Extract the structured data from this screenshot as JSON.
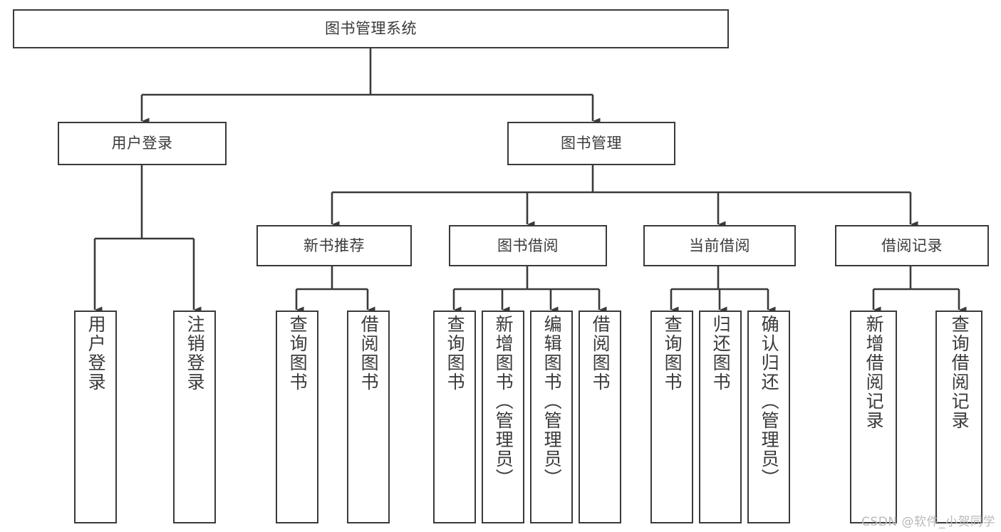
{
  "diagram": {
    "title": "图书管理系统",
    "type": "hierarchy-tree",
    "levels": 4,
    "nodes": {
      "root": {
        "label": "图书管理系统"
      },
      "level2": [
        {
          "id": "user-login",
          "label": "用户登录"
        },
        {
          "id": "book-manage",
          "label": "图书管理"
        }
      ],
      "level3": [
        {
          "id": "new-book-recommend",
          "label": "新书推荐"
        },
        {
          "id": "book-borrow",
          "label": "图书借阅"
        },
        {
          "id": "current-borrow",
          "label": "当前借阅"
        },
        {
          "id": "borrow-record",
          "label": "借阅记录"
        }
      ],
      "leaves": {
        "user_login": [
          {
            "id": "leaf-user-login",
            "label": "用户登录"
          },
          {
            "id": "leaf-logout-login",
            "label": "注销登录"
          }
        ],
        "new_book_recommend": [
          {
            "id": "leaf-query-book-1",
            "label": "查询图书"
          },
          {
            "id": "leaf-borrow-book-1",
            "label": "借阅图书"
          }
        ],
        "book_borrow": [
          {
            "id": "leaf-query-book-2",
            "label": "查询图书"
          },
          {
            "id": "leaf-add-book",
            "label": "新增图书（管理员）"
          },
          {
            "id": "leaf-edit-book",
            "label": "编辑图书（管理员）"
          },
          {
            "id": "leaf-borrow-book-2",
            "label": "借阅图书"
          }
        ],
        "current_borrow": [
          {
            "id": "leaf-query-book-3",
            "label": "查询图书"
          },
          {
            "id": "leaf-return-book",
            "label": "归还图书"
          },
          {
            "id": "leaf-confirm-return",
            "label": "确认归还（管理员）"
          }
        ],
        "borrow_record": [
          {
            "id": "leaf-add-borrow-record",
            "label": "新增借阅记录"
          },
          {
            "id": "leaf-query-borrow-record",
            "label": "查询借阅记录"
          }
        ]
      }
    },
    "colors": {
      "stroke": "#3a3a3a",
      "text": "#3a3a3a",
      "background": "#ffffff",
      "watermark": "#b9b9b9"
    }
  },
  "watermark": {
    "text": "CSDN @软件_小贺同学"
  }
}
